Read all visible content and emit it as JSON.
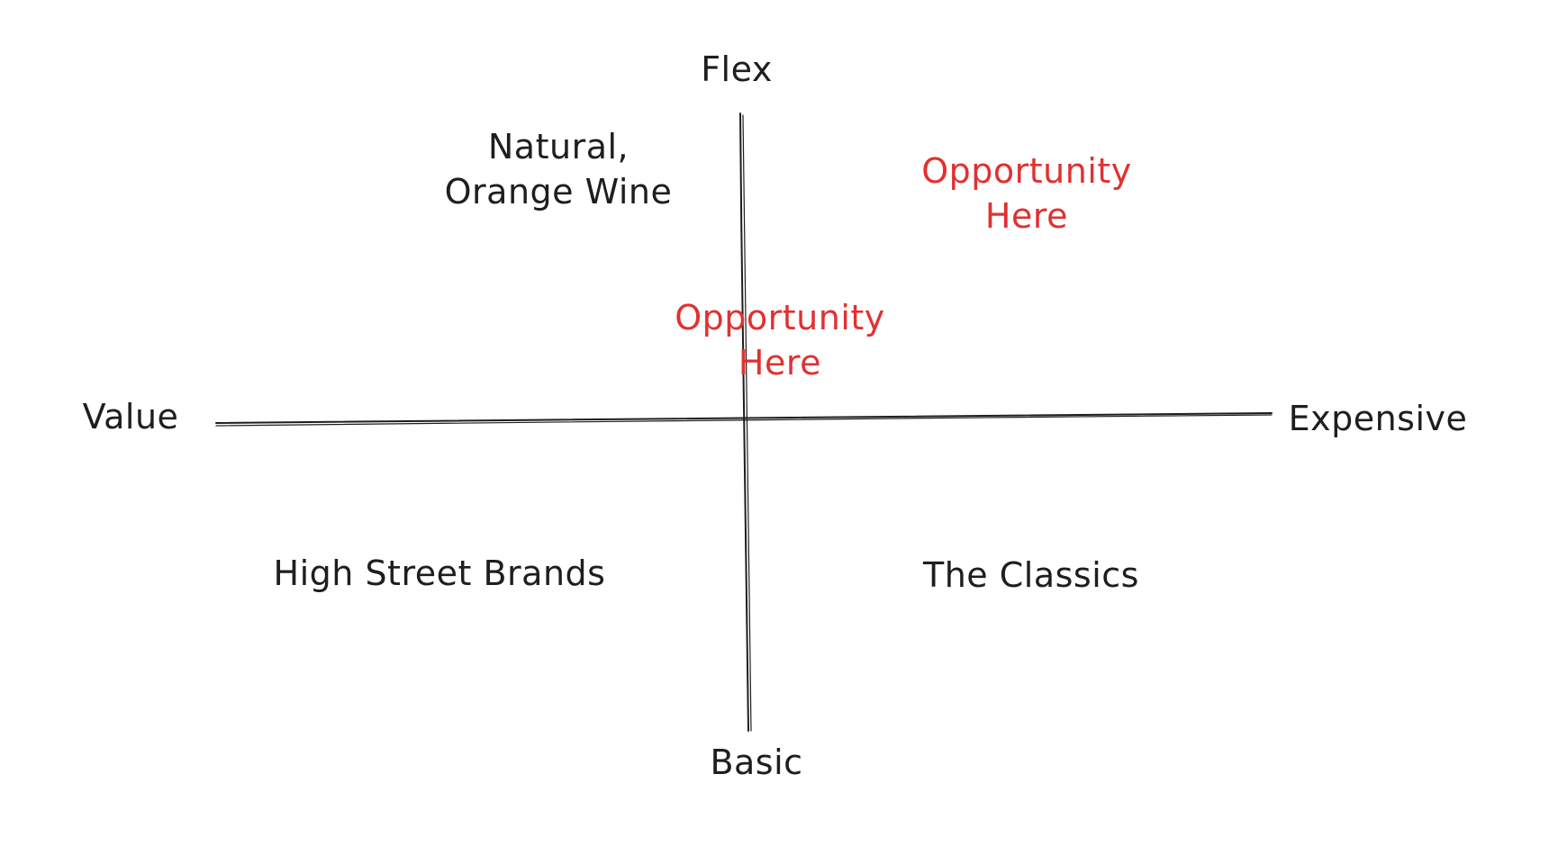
{
  "axes": {
    "top": "Flex",
    "bottom": "Basic",
    "left": "Value",
    "right": "Expensive"
  },
  "quadrants": {
    "top_left": [
      "Natural,",
      "Orange Wine"
    ],
    "bottom_left": "High Street Brands",
    "bottom_right": "The Classics"
  },
  "opportunities": {
    "top_right": [
      "Opportunity",
      "Here"
    ],
    "center": [
      "Opportunity",
      "Here"
    ]
  },
  "colors": {
    "ink": "#1e1e1e",
    "accent": "#e03131",
    "background": "#ffffff"
  }
}
